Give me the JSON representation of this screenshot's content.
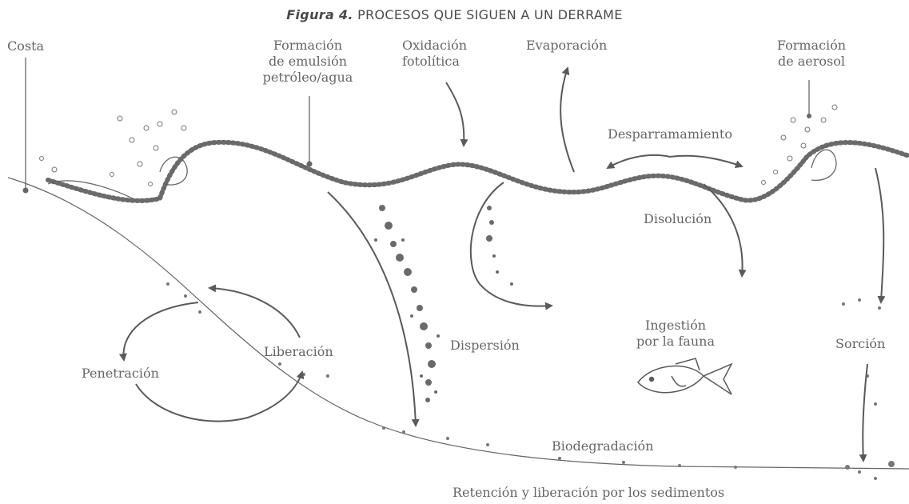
{
  "title": {
    "label": "Figura 4.",
    "text": "PROCESOS QUE SIGUEN A UN DERRAME"
  },
  "labels": {
    "costa": "Costa",
    "formacion_emulsion": [
      "Formación",
      "de emulsión",
      "petróleo/agua"
    ],
    "oxidacion": [
      "Oxidación",
      "fotolítica"
    ],
    "evaporacion": "Evaporación",
    "formacion_aerosol": [
      "Formación",
      "de aerosol"
    ],
    "desparramamiento": "Desparramamiento",
    "disolucion": "Disolución",
    "dispersion": "Dispersión",
    "ingestion": [
      "Ingestión",
      "por la fauna"
    ],
    "sorcion": "Sorción",
    "liberacion": "Liberación",
    "penetracion": "Penetración",
    "biodegradacion": "Biodegradación",
    "retencion": "Retención y liberación por los sedimentos"
  },
  "colors": {
    "ink": "#5a5a5a",
    "text": "#666666"
  }
}
